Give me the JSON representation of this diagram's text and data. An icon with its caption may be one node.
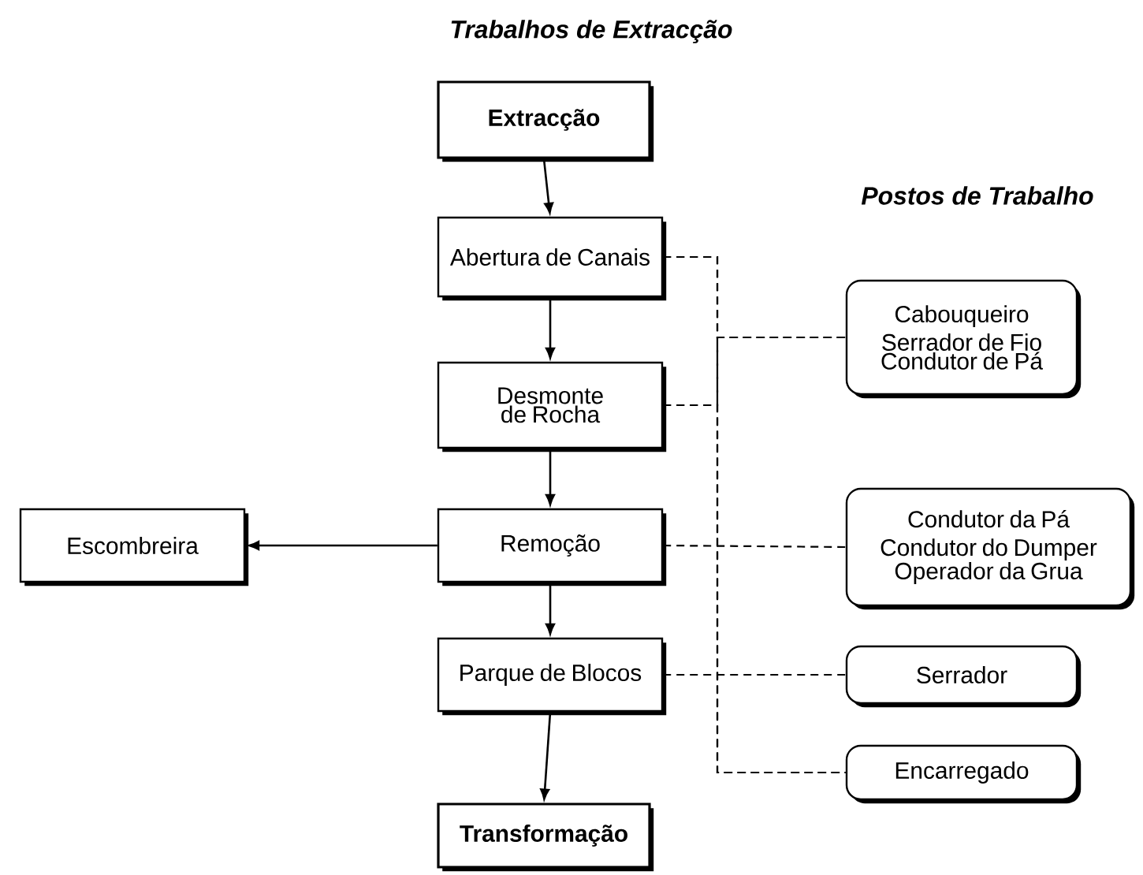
{
  "diagram": {
    "title": "Trabalhos de Extracção",
    "nodes": [
      {
        "text": [
          "Extracção"
        ]
      },
      {
        "text": [
          "Abertura de Canais"
        ]
      },
      {
        "text": [
          "Desmonte de Rocha"
        ]
      },
      {
        "text": [
          "Remoção"
        ]
      },
      {
        "text": [
          "Parque de Blocos"
        ]
      },
      {
        "text": [
          "Transformação"
        ]
      },
      {
        "text": [
          "Escombreira"
        ]
      },
      {
        "text": [
          "Cabouqueiro",
          "Serrador de Fio",
          "Condutor de Pá"
        ]
      },
      {
        "text": [
          "Condutor da Pá",
          "Condutor do Dumper",
          "Operador da Grua"
        ]
      },
      {
        "text": [
          "Serrador"
        ]
      },
      {
        "text": [
          "Encarregado"
        ]
      }
    ],
    "edges": [
      {
        "from": 0,
        "to": 1,
        "arrow": "to"
      },
      {
        "from": 1,
        "to": 2,
        "arrow": "to"
      },
      {
        "from": 2,
        "to": 3,
        "arrow": "to"
      },
      {
        "from": 3,
        "to": 4,
        "arrow": "to"
      },
      {
        "from": 4,
        "to": 5,
        "arrow": "to"
      },
      {
        "from": 3,
        "to": 6,
        "arrow": "to"
      },
      {
        "from": 1,
        "to": 7,
        "arrow": "none",
        "style": "dashed"
      },
      {
        "from": 2,
        "to": 7,
        "arrow": "none",
        "style": "dashed"
      },
      {
        "from": 1,
        "to": 10,
        "arrow": "none",
        "style": "dashed"
      },
      {
        "from": 2,
        "to": 10,
        "arrow": "none",
        "style": "dashed"
      },
      {
        "from": 3,
        "to": 8,
        "arrow": "none",
        "style": "dashed"
      },
      {
        "from": 4,
        "to": 9,
        "arrow": "none",
        "style": "dashed"
      }
    ],
    "labels": [
      "Postos de Trabalho"
    ]
  }
}
